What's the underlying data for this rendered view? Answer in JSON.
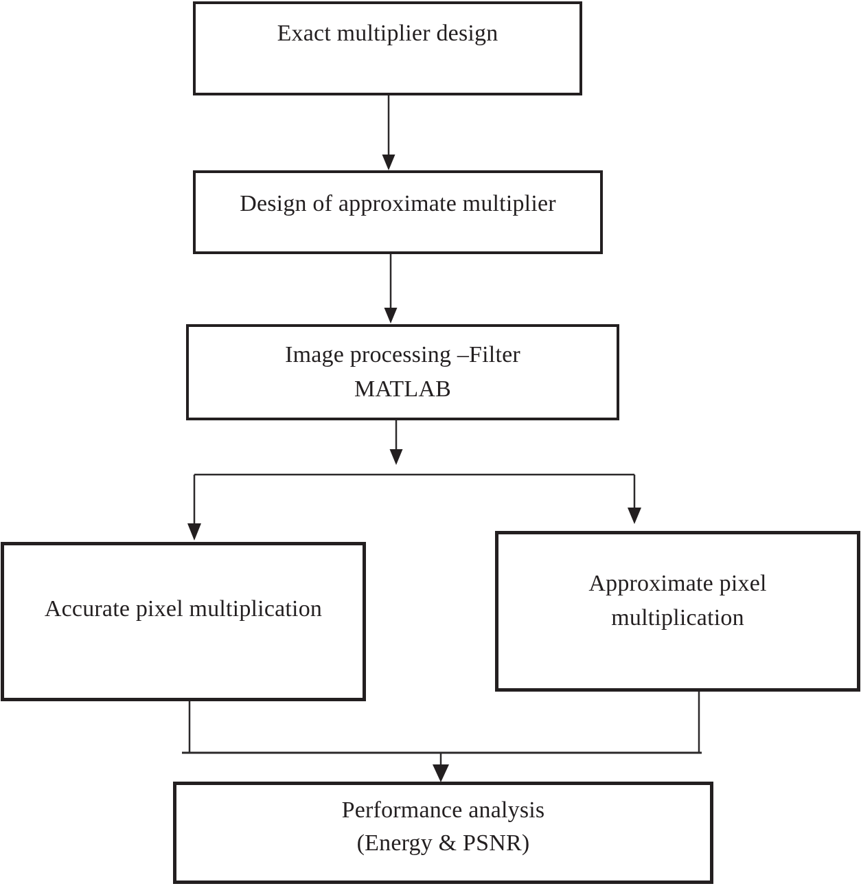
{
  "diagram_type": "flowchart",
  "nodes": {
    "exact_multiplier": {
      "line1": "Exact multiplier design"
    },
    "approx_multiplier": {
      "line1": "Design of approximate multiplier"
    },
    "image_processing": {
      "line1": "Image processing –Filter",
      "line2": "MATLAB"
    },
    "accurate_pixel": {
      "line1": "Accurate pixel multiplication"
    },
    "approx_pixel": {
      "line1": "Approximate pixel",
      "line2": "multiplication"
    },
    "performance_analysis": {
      "line1": "Performance analysis",
      "line2": "(Energy & PSNR)"
    }
  },
  "edges": [
    {
      "from": "exact_multiplier",
      "to": "approx_multiplier",
      "arrow": true
    },
    {
      "from": "approx_multiplier",
      "to": "image_processing",
      "arrow": true
    },
    {
      "from": "image_processing",
      "to": "branch",
      "arrow": true
    },
    {
      "from": "branch",
      "to": "accurate_pixel",
      "arrow": true
    },
    {
      "from": "branch",
      "to": "approx_pixel",
      "arrow": true
    },
    {
      "from": "accurate_pixel",
      "to": "merge",
      "arrow": false
    },
    {
      "from": "approx_pixel",
      "to": "merge",
      "arrow": false
    },
    {
      "from": "merge",
      "to": "performance_analysis",
      "arrow": true
    }
  ],
  "colors": {
    "background": "#ffffff",
    "box_border": "#231f20",
    "text": "#231f20",
    "line": "#2b292a",
    "arrowhead": "#231f20"
  }
}
